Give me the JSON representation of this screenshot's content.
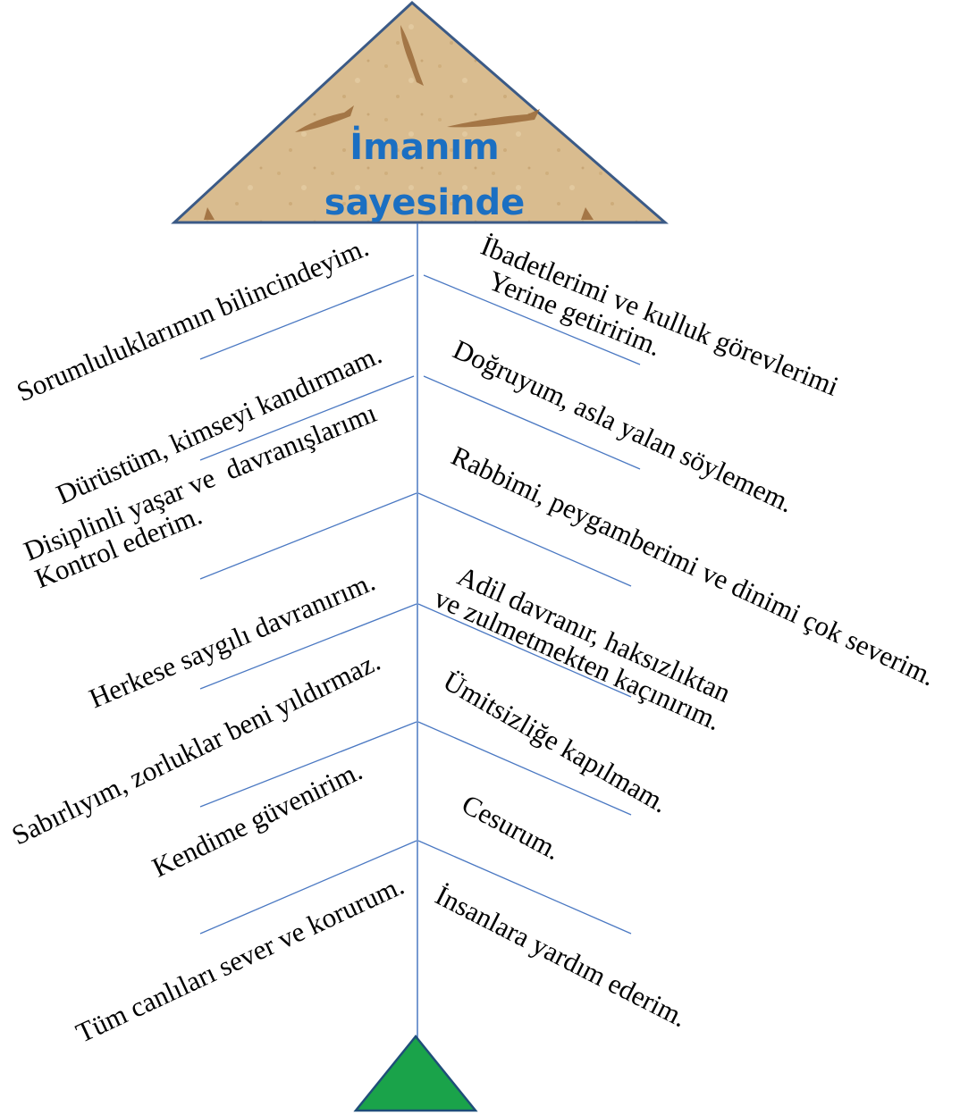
{
  "title_lines": [
    "İmanım",
    "sayesinde"
  ],
  "left_labels": [
    "Sorumluluklarımın bilincindeyim.",
    "Dürüstüm, kimseyi kandırmam.",
    "Disiplinli yaşar ve  davranışlarımı\nKontrol ederim.",
    "Herkese saygılı davranırım.",
    "Sabırlıyım, zorluklar beni yıldırmaz.",
    "Kendime güvenirim.",
    "Tüm canlıları sever ve korurum."
  ],
  "right_labels": [
    "İbadetlerimi ve kulluk görevlerimi\n   Yerine getiririm.",
    "Doğruyum, asla yalan söylemem.",
    "Rabbimi, peygamberimi ve dinimi çok severim.",
    "  Adil davranır, haksızlıktan\nve zulmetmekten kaçınırım.",
    "Ümitsizliğe kapılmam.",
    "Cesurum.",
    "İnsanlara yardım ederim."
  ],
  "colors": {
    "line": "#4a78c2",
    "head_fill": "#d8b98a",
    "head_border": "#3b5a86",
    "tail_fill": "#1aa34a",
    "tail_border": "#1f4e79",
    "title": "#1b6fc2"
  }
}
